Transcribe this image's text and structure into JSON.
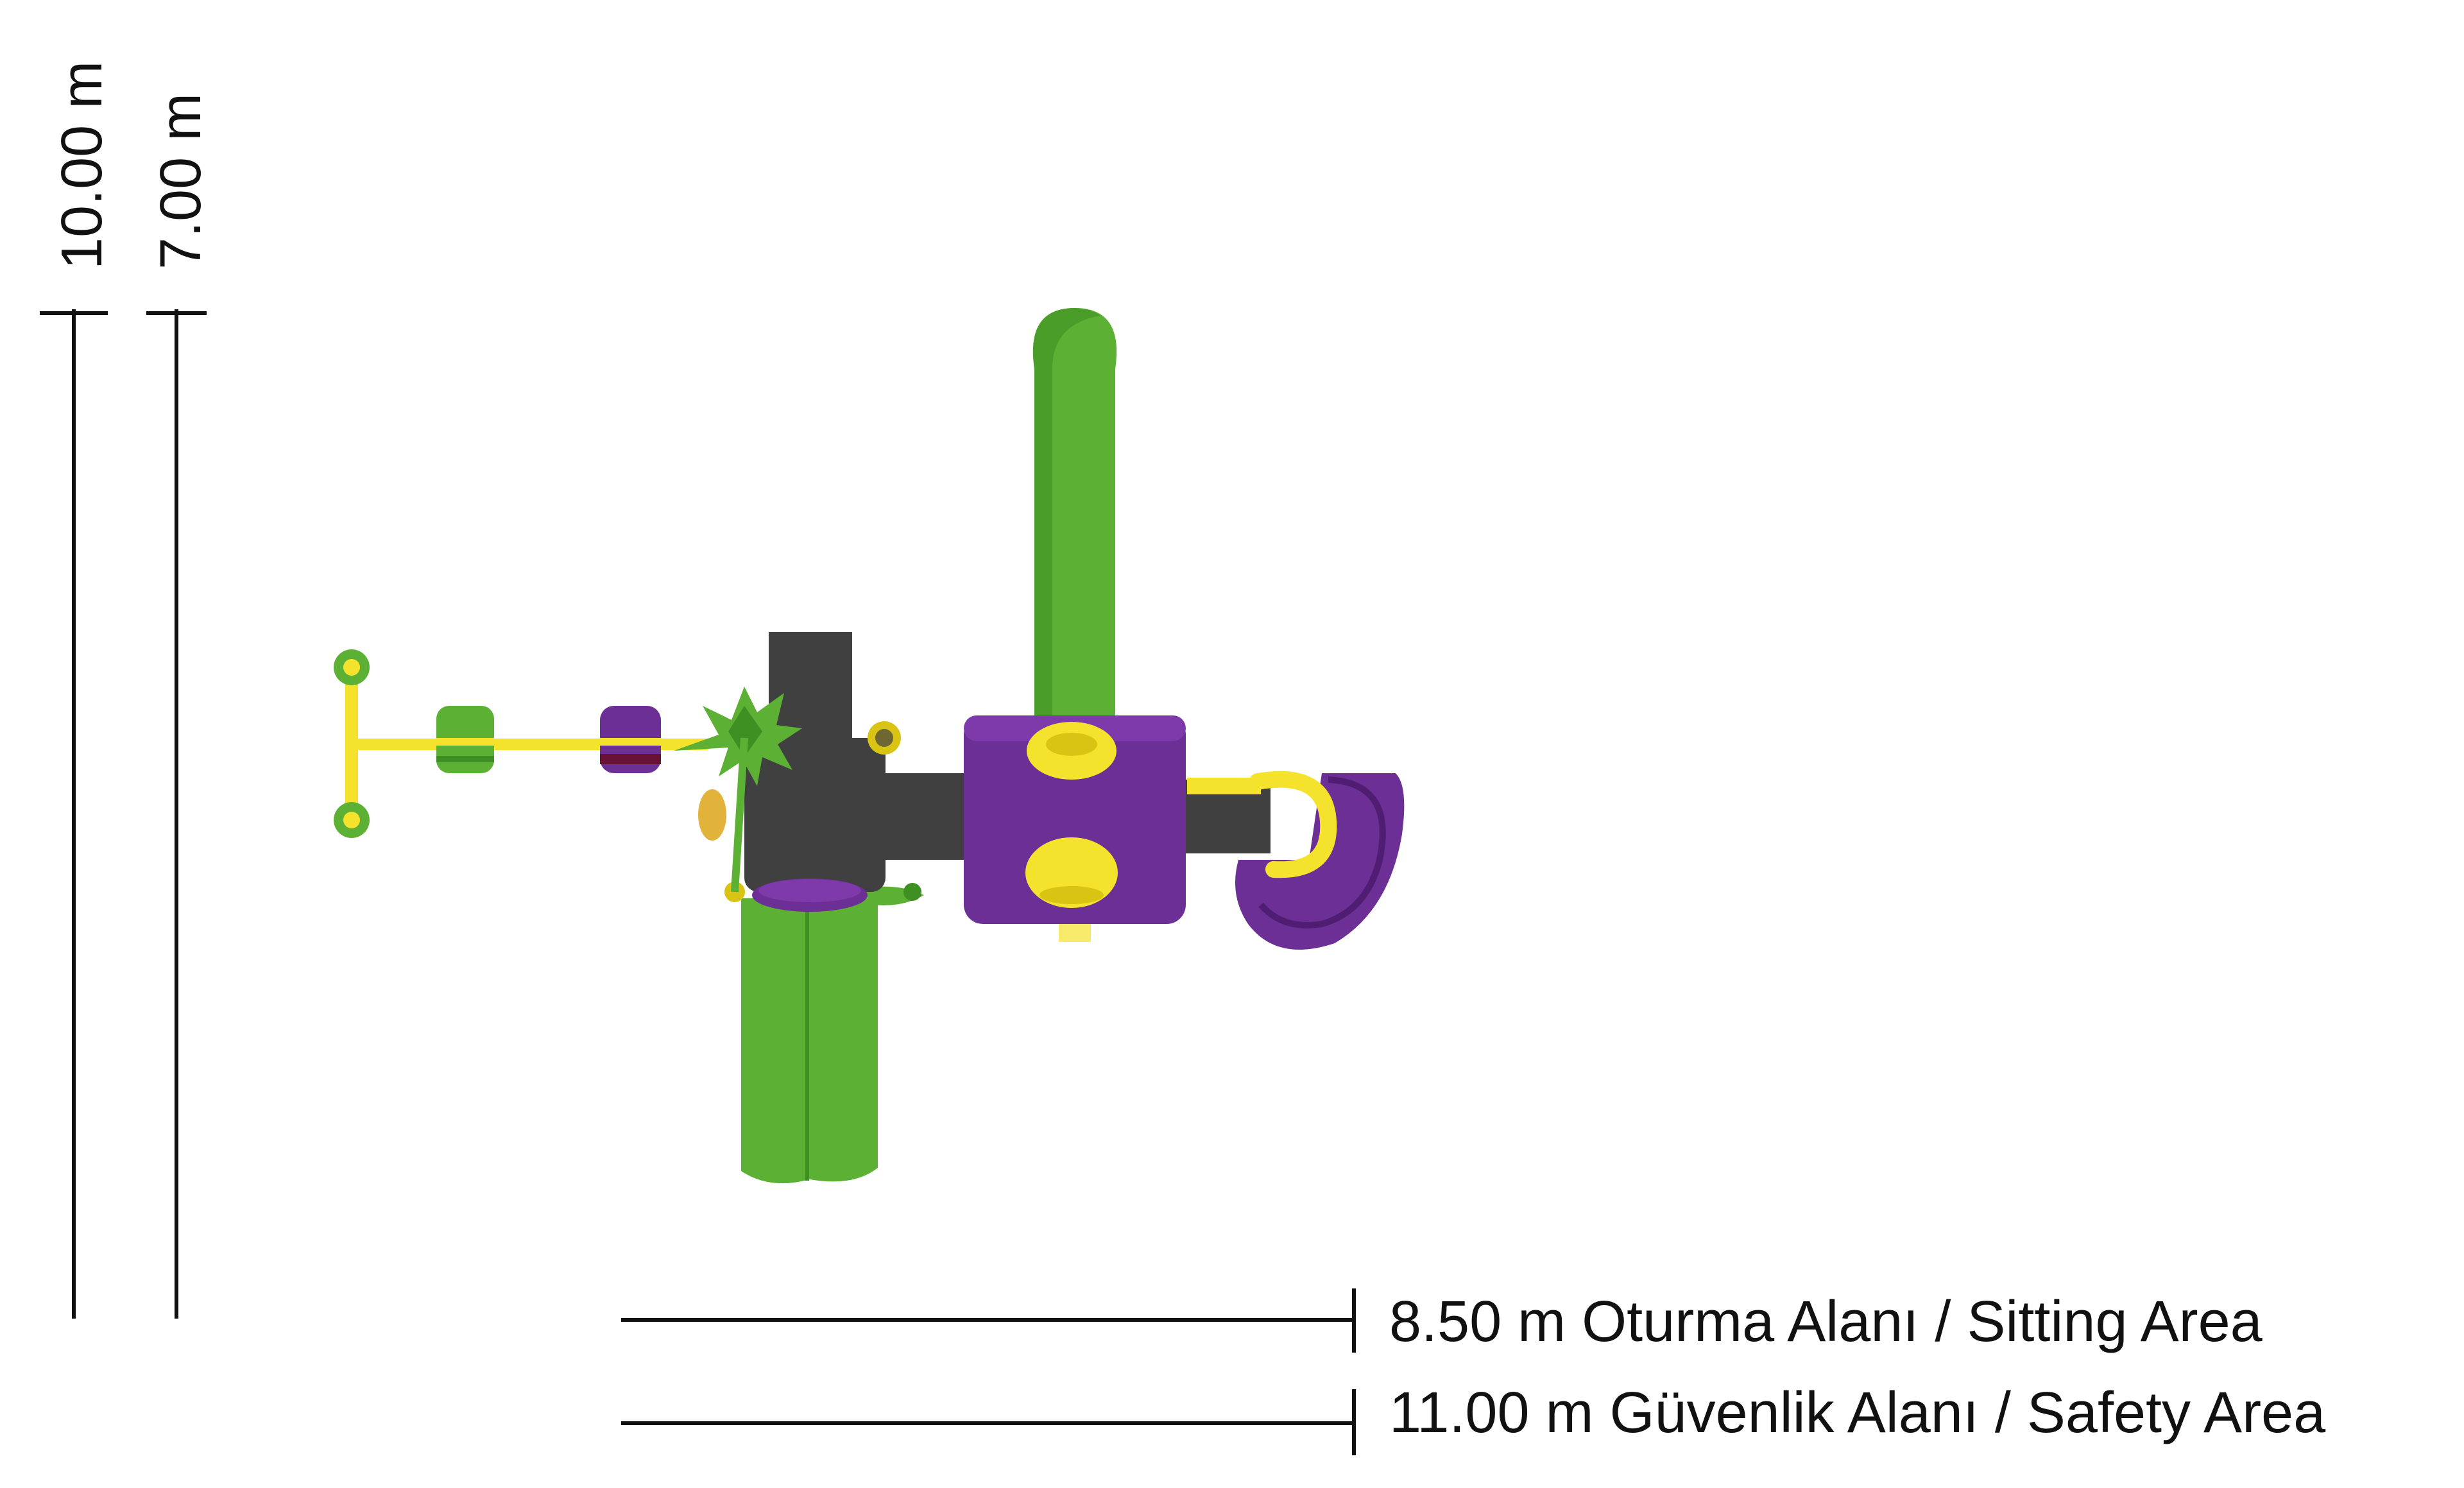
{
  "dimensions": {
    "vertical": [
      {
        "label": "10.00 m"
      },
      {
        "label": "7.00 m"
      }
    ],
    "horizontal": [
      {
        "label": "8.50 m Oturma Alanı / Sitting Area"
      },
      {
        "label": "11.00 m Güvenlik Alanı / Safety Area"
      }
    ]
  },
  "colors": {
    "green": "#5cb135",
    "green_dark": "#3f8f22",
    "purple": "#6b2f95",
    "purple_dark": "#4f1e72",
    "yellow": "#f5e22c",
    "yellow_dark": "#d9c414",
    "charcoal": "#404040",
    "maroon": "#6a1236",
    "line": "#111111"
  },
  "components": [
    {
      "name": "green-tube-slide-top"
    },
    {
      "name": "green-tube-slide-bottom"
    },
    {
      "name": "purple-tower"
    },
    {
      "name": "purple-spiral-slide"
    },
    {
      "name": "charcoal-platform"
    },
    {
      "name": "palm-tree"
    },
    {
      "name": "balance-beam"
    }
  ]
}
